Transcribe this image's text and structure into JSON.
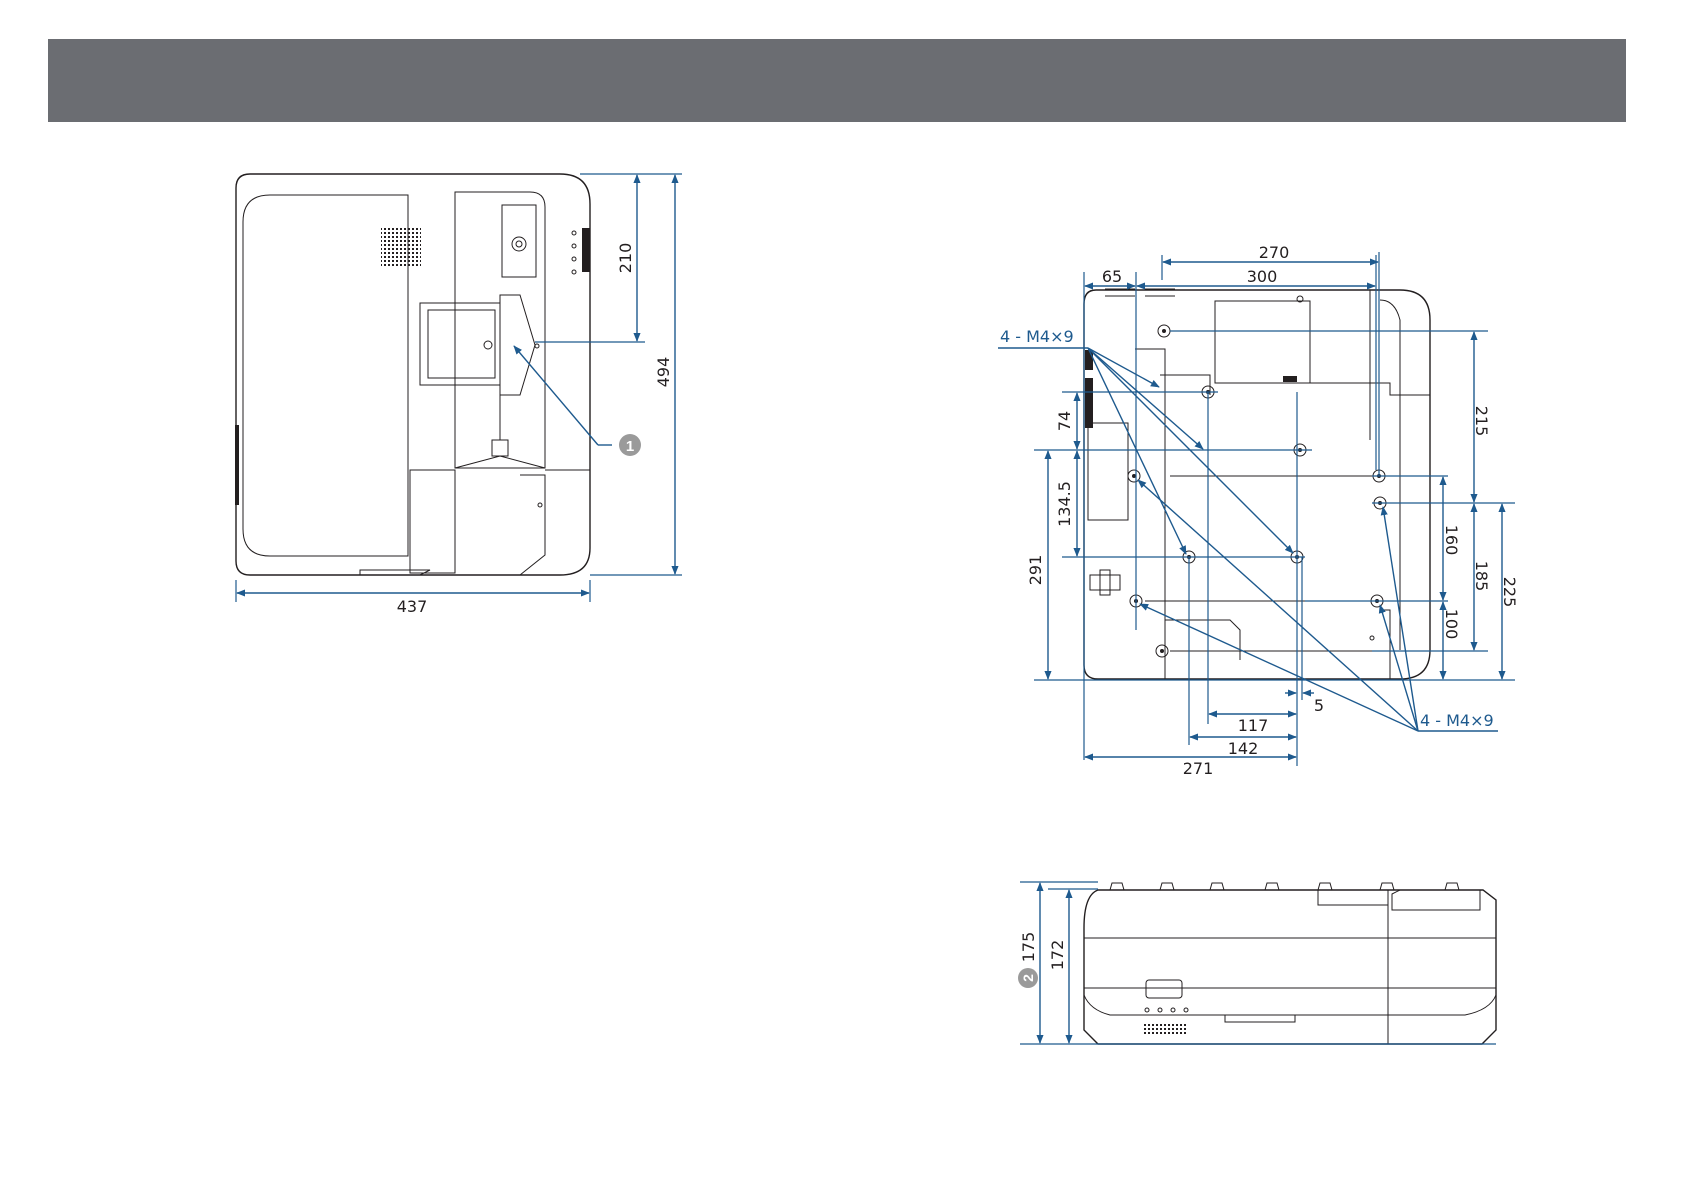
{
  "colors": {
    "header": "#6b6d72",
    "dimension": "#1e5a8e",
    "outline": "#231f20",
    "callout_badge": "#9a9a9a"
  },
  "top_view": {
    "width_dim": "437",
    "depth_dim": "494",
    "lens_offset_dim": "210",
    "callout_badge": "1"
  },
  "bottom_view": {
    "dims": {
      "d270": "270",
      "d300": "300",
      "d65": "65",
      "d74": "74",
      "d134_5": "134.5",
      "d291": "291",
      "d215": "215",
      "d160": "160",
      "d185": "185",
      "d225": "225",
      "d100": "100",
      "d5": "5",
      "d117": "117",
      "d142": "142",
      "d271": "271"
    },
    "screw_label_top": "4 - M4×9",
    "screw_label_bottom": "4 - M4×9"
  },
  "side_view": {
    "dim_175": "175",
    "dim_172": "172",
    "callout_badge": "2"
  }
}
